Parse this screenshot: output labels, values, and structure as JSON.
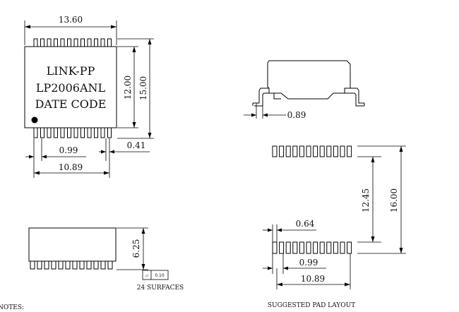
{
  "top_view": {
    "width_dim": "13.60",
    "body_height_dim": "12.00",
    "overall_height_dim": "15.00",
    "pitch_dim": "0.99",
    "lead_width_dim": "0.41",
    "span_dim": "10.89",
    "marking_line1": "LINK-PP",
    "marking_line2": "LP2006ANL",
    "marking_line3": "DATE CODE"
  },
  "side_view": {
    "height_dim": "6.25",
    "flatness_symbol": "▱",
    "flatness_value": "0.10",
    "surfaces_note": "24 SURFACES"
  },
  "end_view": {
    "lead_dim": "0.89"
  },
  "pad_layout": {
    "inner_dim": "12.45",
    "outer_dim": "16.00",
    "pad_width_dim": "0.64",
    "pitch_dim": "0.99",
    "span_dim": "10.89",
    "title": "SUGGESTED PAD LAYOUT"
  },
  "notes_label": "NOTES:"
}
